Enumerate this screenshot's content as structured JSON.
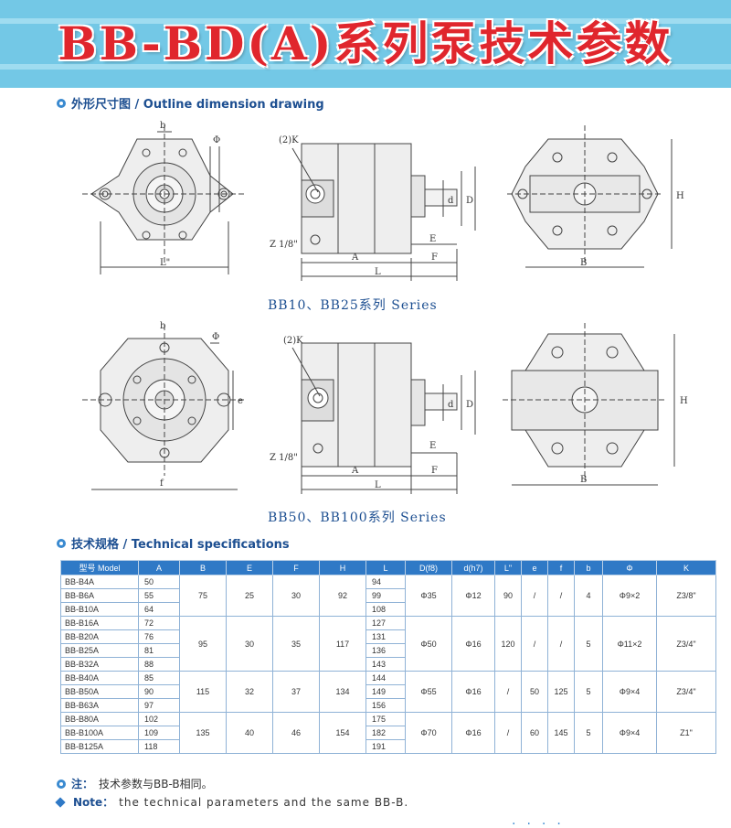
{
  "banner": {
    "title": "BB-BD(A)系列泵技术参数"
  },
  "outline": {
    "heading": "外形尺寸图 / Outline dimension drawing"
  },
  "drawings": {
    "series1_caption": "BB10、BB25系列 Series",
    "series2_caption": "BB50、BB100系列 Series",
    "labels": {
      "b": "b",
      "phi": "Φ",
      "L_dbl": "L\"",
      "k": "(2)K",
      "d": "d",
      "D": "D",
      "z": "Z 1/8\"",
      "E": "E",
      "A": "A",
      "F": "F",
      "L": "L",
      "H": "H",
      "B": "B",
      "e": "e",
      "f": "f"
    }
  },
  "specs": {
    "heading": "技术规格 / Technical specifications",
    "columns": [
      "型号 Model",
      "A",
      "B",
      "E",
      "F",
      "H",
      "L",
      "D(f8)",
      "d(h7)",
      "L\"",
      "e",
      "f",
      "b",
      "Φ",
      "K"
    ],
    "groups": [
      {
        "rows": [
          [
            "BB-B4A",
            "50",
            "94"
          ],
          [
            "BB-B6A",
            "55",
            "99"
          ],
          [
            "BB-B10A",
            "64",
            "108"
          ]
        ],
        "B": "75",
        "E": "25",
        "F": "30",
        "H": "92",
        "D": "Φ35",
        "d": "Φ12",
        "L2": "90",
        "e": "/",
        "f": "/",
        "b": "4",
        "phi": "Φ9×2",
        "K": "Z3/8\""
      },
      {
        "rows": [
          [
            "BB-B16A",
            "72",
            "127"
          ],
          [
            "BB-B20A",
            "76",
            "131"
          ],
          [
            "BB-B25A",
            "81",
            "136"
          ],
          [
            "BB-B32A",
            "88",
            "143"
          ]
        ],
        "B": "95",
        "E": "30",
        "F": "35",
        "H": "117",
        "D": "Φ50",
        "d": "Φ16",
        "L2": "120",
        "e": "/",
        "f": "/",
        "b": "5",
        "phi": "Φ11×2",
        "K": "Z3/4\""
      },
      {
        "rows": [
          [
            "BB-B40A",
            "85",
            "144"
          ],
          [
            "BB-B50A",
            "90",
            "149"
          ],
          [
            "BB-B63A",
            "97",
            "156"
          ]
        ],
        "B": "115",
        "E": "32",
        "F": "37",
        "H": "134",
        "D": "Φ55",
        "d": "Φ16",
        "L2": "/",
        "e": "50",
        "f": "125",
        "b": "5",
        "phi": "Φ9×4",
        "K": "Z3/4\""
      },
      {
        "rows": [
          [
            "BB-B80A",
            "102",
            "175"
          ],
          [
            "BB-B100A",
            "109",
            "182"
          ],
          [
            "BB-B125A",
            "118",
            "191"
          ]
        ],
        "B": "135",
        "E": "40",
        "F": "46",
        "H": "154",
        "D": "Φ70",
        "d": "Φ16",
        "L2": "/",
        "e": "60",
        "f": "145",
        "b": "5",
        "phi": "Φ9×4",
        "K": "Z1\""
      }
    ]
  },
  "notes": {
    "cn_label": "注：",
    "cn_text": "技术参数与BB-B相同。",
    "en_label": "Note：",
    "en_text": "the technical parameters and the same BB-B."
  },
  "footer": {
    "partial": "...."
  }
}
